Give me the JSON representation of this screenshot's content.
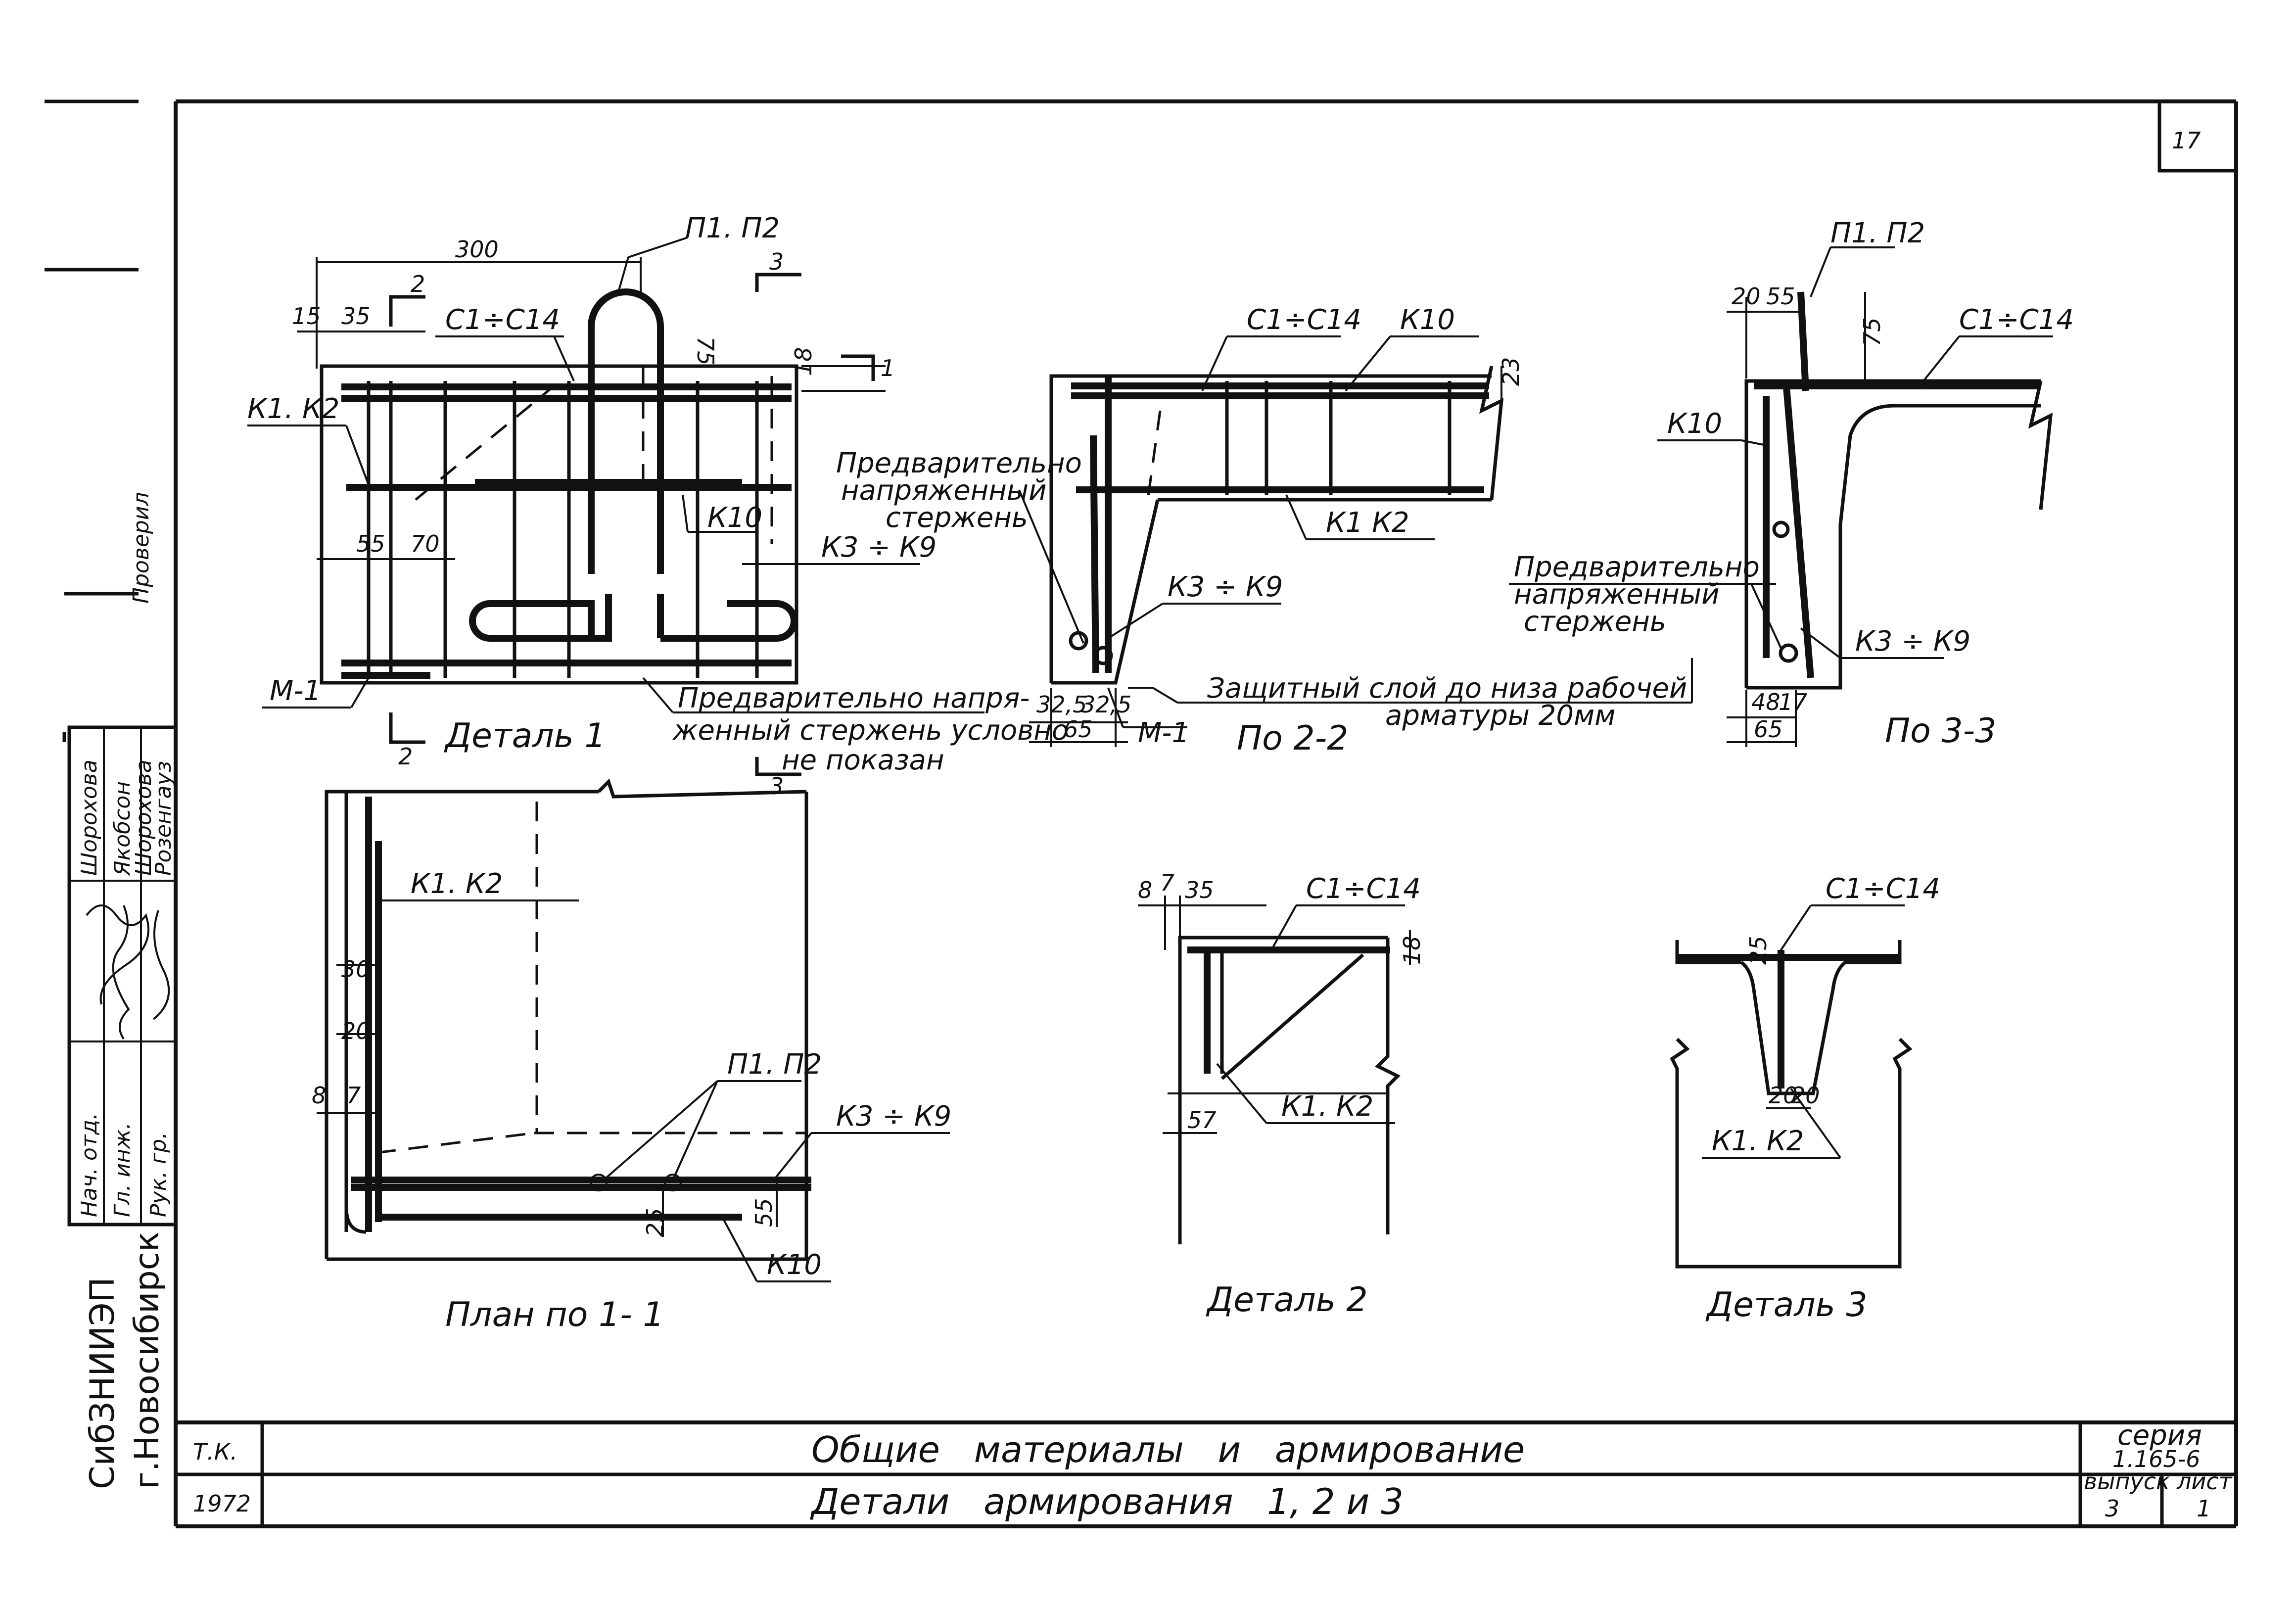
{
  "sheet_mark": "17",
  "detail1": {
    "dims": {
      "d300": "300",
      "d15": "15",
      "d35": "35",
      "d75": "75",
      "d18": "18",
      "d55": "55",
      "d70": "70"
    },
    "labels": {
      "p1p2": "П1. П2",
      "c1c14": "С1÷С14",
      "k1k2": "К1. К2",
      "k10": "К10",
      "k3k9": "К3 ÷ К9",
      "m1": "М-1",
      "sec2": "2",
      "sec3": "3",
      "sec1": "1"
    },
    "note": [
      "Предварительно напря-",
      "женный стержень условно",
      "не показан"
    ],
    "caption": "Деталь 1"
  },
  "section22": {
    "labels": {
      "c1c14": "С1÷С14",
      "k10": "К10",
      "k1k2": "К1 К2",
      "k3k9": "К3 ÷ К9",
      "m1": "М-1"
    },
    "dims": {
      "d23": "23",
      "d325a": "32,5",
      "d325b": "32,5",
      "d65": "65"
    },
    "note": [
      "Предварительно",
      "напряженный",
      "стержень"
    ],
    "cover_note": [
      "Защитный слой до низа рабочей",
      "арматуры 20мм"
    ],
    "caption": "По 2-2"
  },
  "section33": {
    "labels": {
      "p1p2": "П1. П2",
      "c1c14": "С1÷С14",
      "k10": "К10",
      "k3k9": "К3 ÷ К9"
    },
    "dims": {
      "d20": "20",
      "d55": "55",
      "d75": "75",
      "d48": "48",
      "d17": "17",
      "d65": "65"
    },
    "note": [
      "Предварительно",
      "напряженный",
      "стержень"
    ],
    "caption": "По 3-3"
  },
  "plan11": {
    "labels": {
      "k1k2": "К1. К2",
      "p1p2": "П1. П2",
      "k3k9": "К3 ÷ К9",
      "k10": "К10",
      "sec3": "3"
    },
    "dims": {
      "d30": "30",
      "d20": "20",
      "d8": "8",
      "d7": "7",
      "d25": "25",
      "d55": "55"
    },
    "caption": "План по 1- 1"
  },
  "detail2": {
    "labels": {
      "c1c14": "С1÷С14",
      "k1k2": "К1. К2"
    },
    "dims": {
      "d8": "8",
      "d7": "7",
      "d35": "35",
      "d18": "18",
      "d57": "57"
    },
    "caption": "Деталь 2"
  },
  "detail3": {
    "labels": {
      "c1c14": "С1÷С14",
      "k1k2": "К1. К2"
    },
    "dims": {
      "d20a": "20",
      "d20b": "20",
      "d25": "25"
    },
    "caption": "Деталь 3"
  },
  "stamp": {
    "org": "СибЗНИИЭП",
    "city": "г.Новосибирск",
    "roles": [
      "Нач. отд.",
      "Гл. инж.",
      "Рук. гр.",
      "Проверил"
    ],
    "names": [
      "Шорохова",
      "Якобсон",
      "Шорохова",
      "Розенгауз"
    ],
    "label_tk": "Т.К.",
    "year": "1972"
  },
  "title": {
    "line1": "Общие   материалы   и   армирование",
    "line2": "Детали   армирования   1, 2 и 3",
    "series_label": "серия",
    "series": "1.165-6",
    "issue_label": "выпуск",
    "issue": "3",
    "sheet_label": "лист",
    "sheet": "1"
  }
}
